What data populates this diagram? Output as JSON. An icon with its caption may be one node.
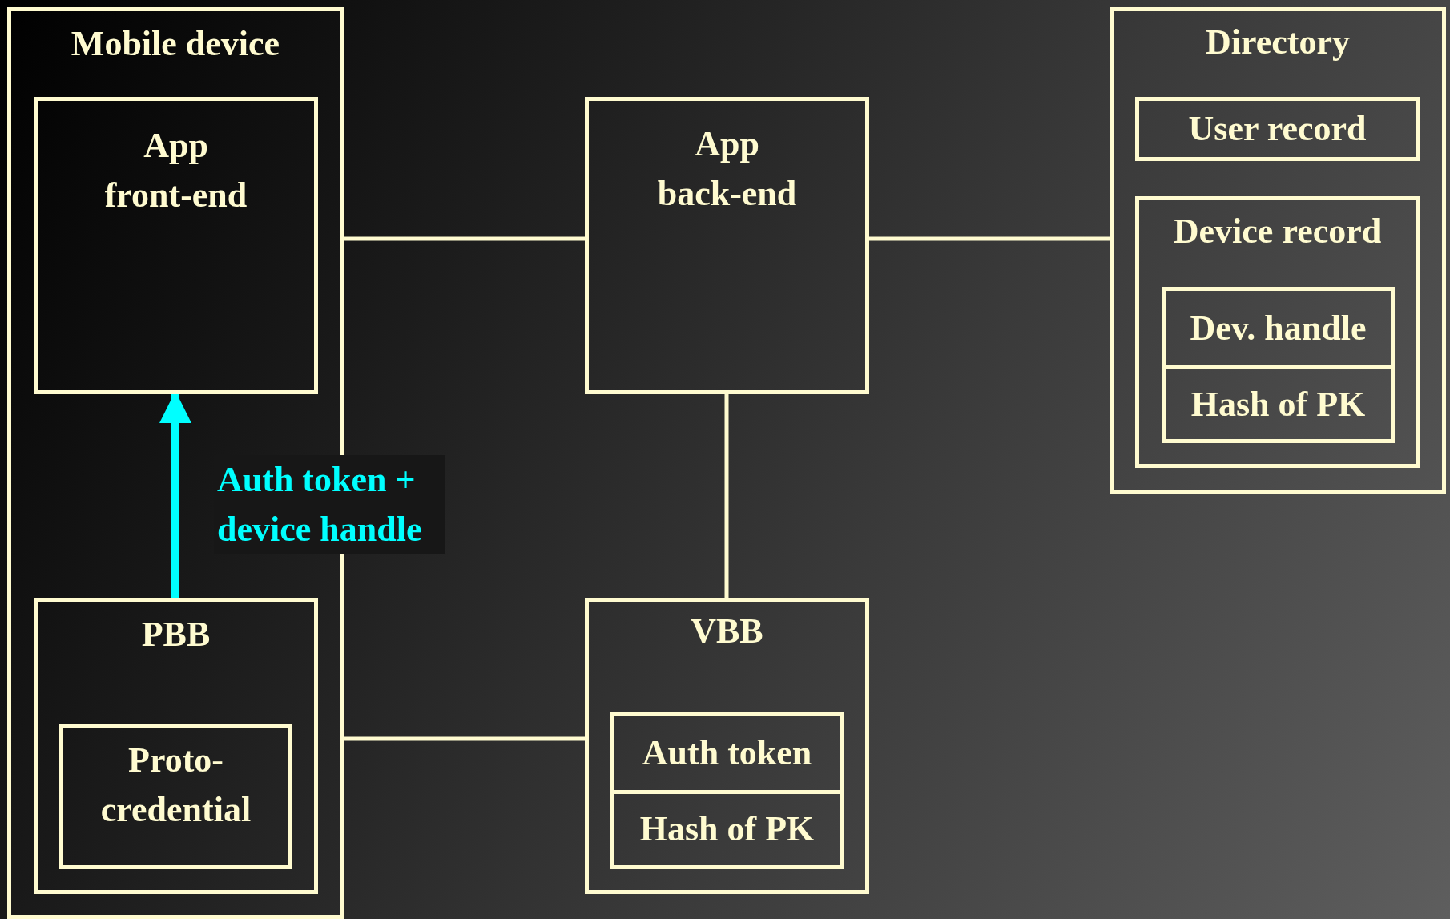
{
  "diagram": {
    "nodes": [
      {
        "text": [
          "Mobile device"
        ]
      },
      {
        "text": [
          "App front-end"
        ],
        "in": 0
      },
      {
        "text": [
          "PBB"
        ],
        "in": 0
      },
      {
        "text": [
          "Proto- credential"
        ],
        "in": 2
      },
      {
        "text": [
          "App back-end"
        ]
      },
      {
        "text": [
          "VBB"
        ]
      },
      {
        "text": [
          "Auth token"
        ],
        "in": 5
      },
      {
        "text": [
          "Hash of PK"
        ],
        "in": 5
      },
      {
        "text": [
          "Directory"
        ]
      },
      {
        "text": [
          "User record"
        ],
        "in": 8
      },
      {
        "text": [
          "Device record"
        ],
        "in": 8
      },
      {
        "text": [
          "Dev. handle"
        ],
        "in": 10
      },
      {
        "text": [
          "Hash of PK"
        ],
        "in": 10
      }
    ],
    "edges": [
      {
        "from": 0,
        "to": 4,
        "arrow": "none"
      },
      {
        "from": 4,
        "to": 8,
        "arrow": "none"
      },
      {
        "from": 4,
        "to": 5,
        "arrow": "none"
      },
      {
        "from": 0,
        "to": 5,
        "arrow": "none"
      },
      {
        "from": 2,
        "to": 1,
        "arrow": "to",
        "label": "Auth token + device handle",
        "style": "thick",
        "color": "#00ffff"
      }
    ]
  }
}
